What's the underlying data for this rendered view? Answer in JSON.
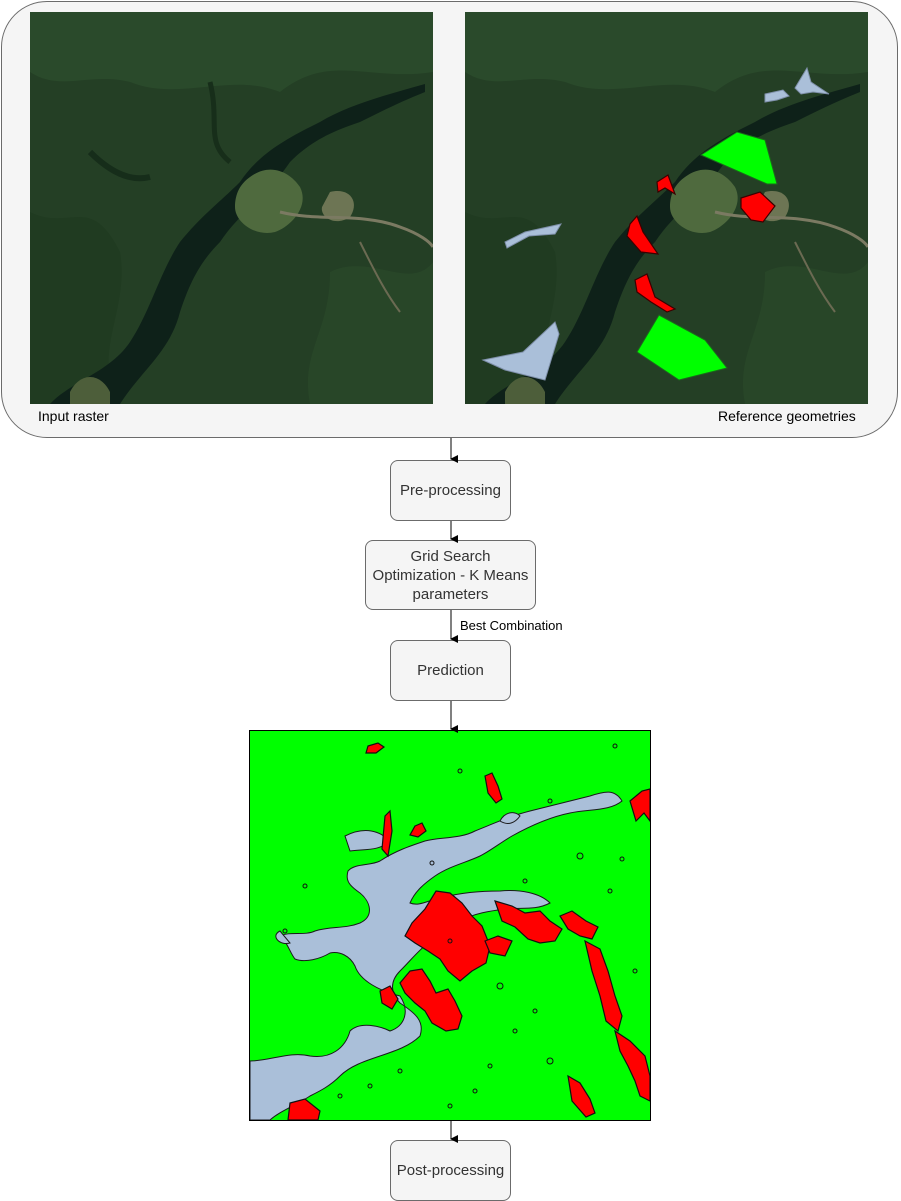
{
  "panels": {
    "input_label": "Input raster",
    "reference_label": "Reference geometries"
  },
  "steps": {
    "preprocessing": "Pre-processing",
    "grid_search": "Grid Search\nOptimization - K Means\nparameters",
    "prediction": "Prediction",
    "postprocessing": "Post-processing"
  },
  "edges": {
    "best_combination": "Best Combination"
  },
  "colors": {
    "forest": "#223f22",
    "water": "#0f2419",
    "class_green": "#00ff00",
    "class_red": "#ff0000",
    "class_water": "#aabfd9"
  }
}
